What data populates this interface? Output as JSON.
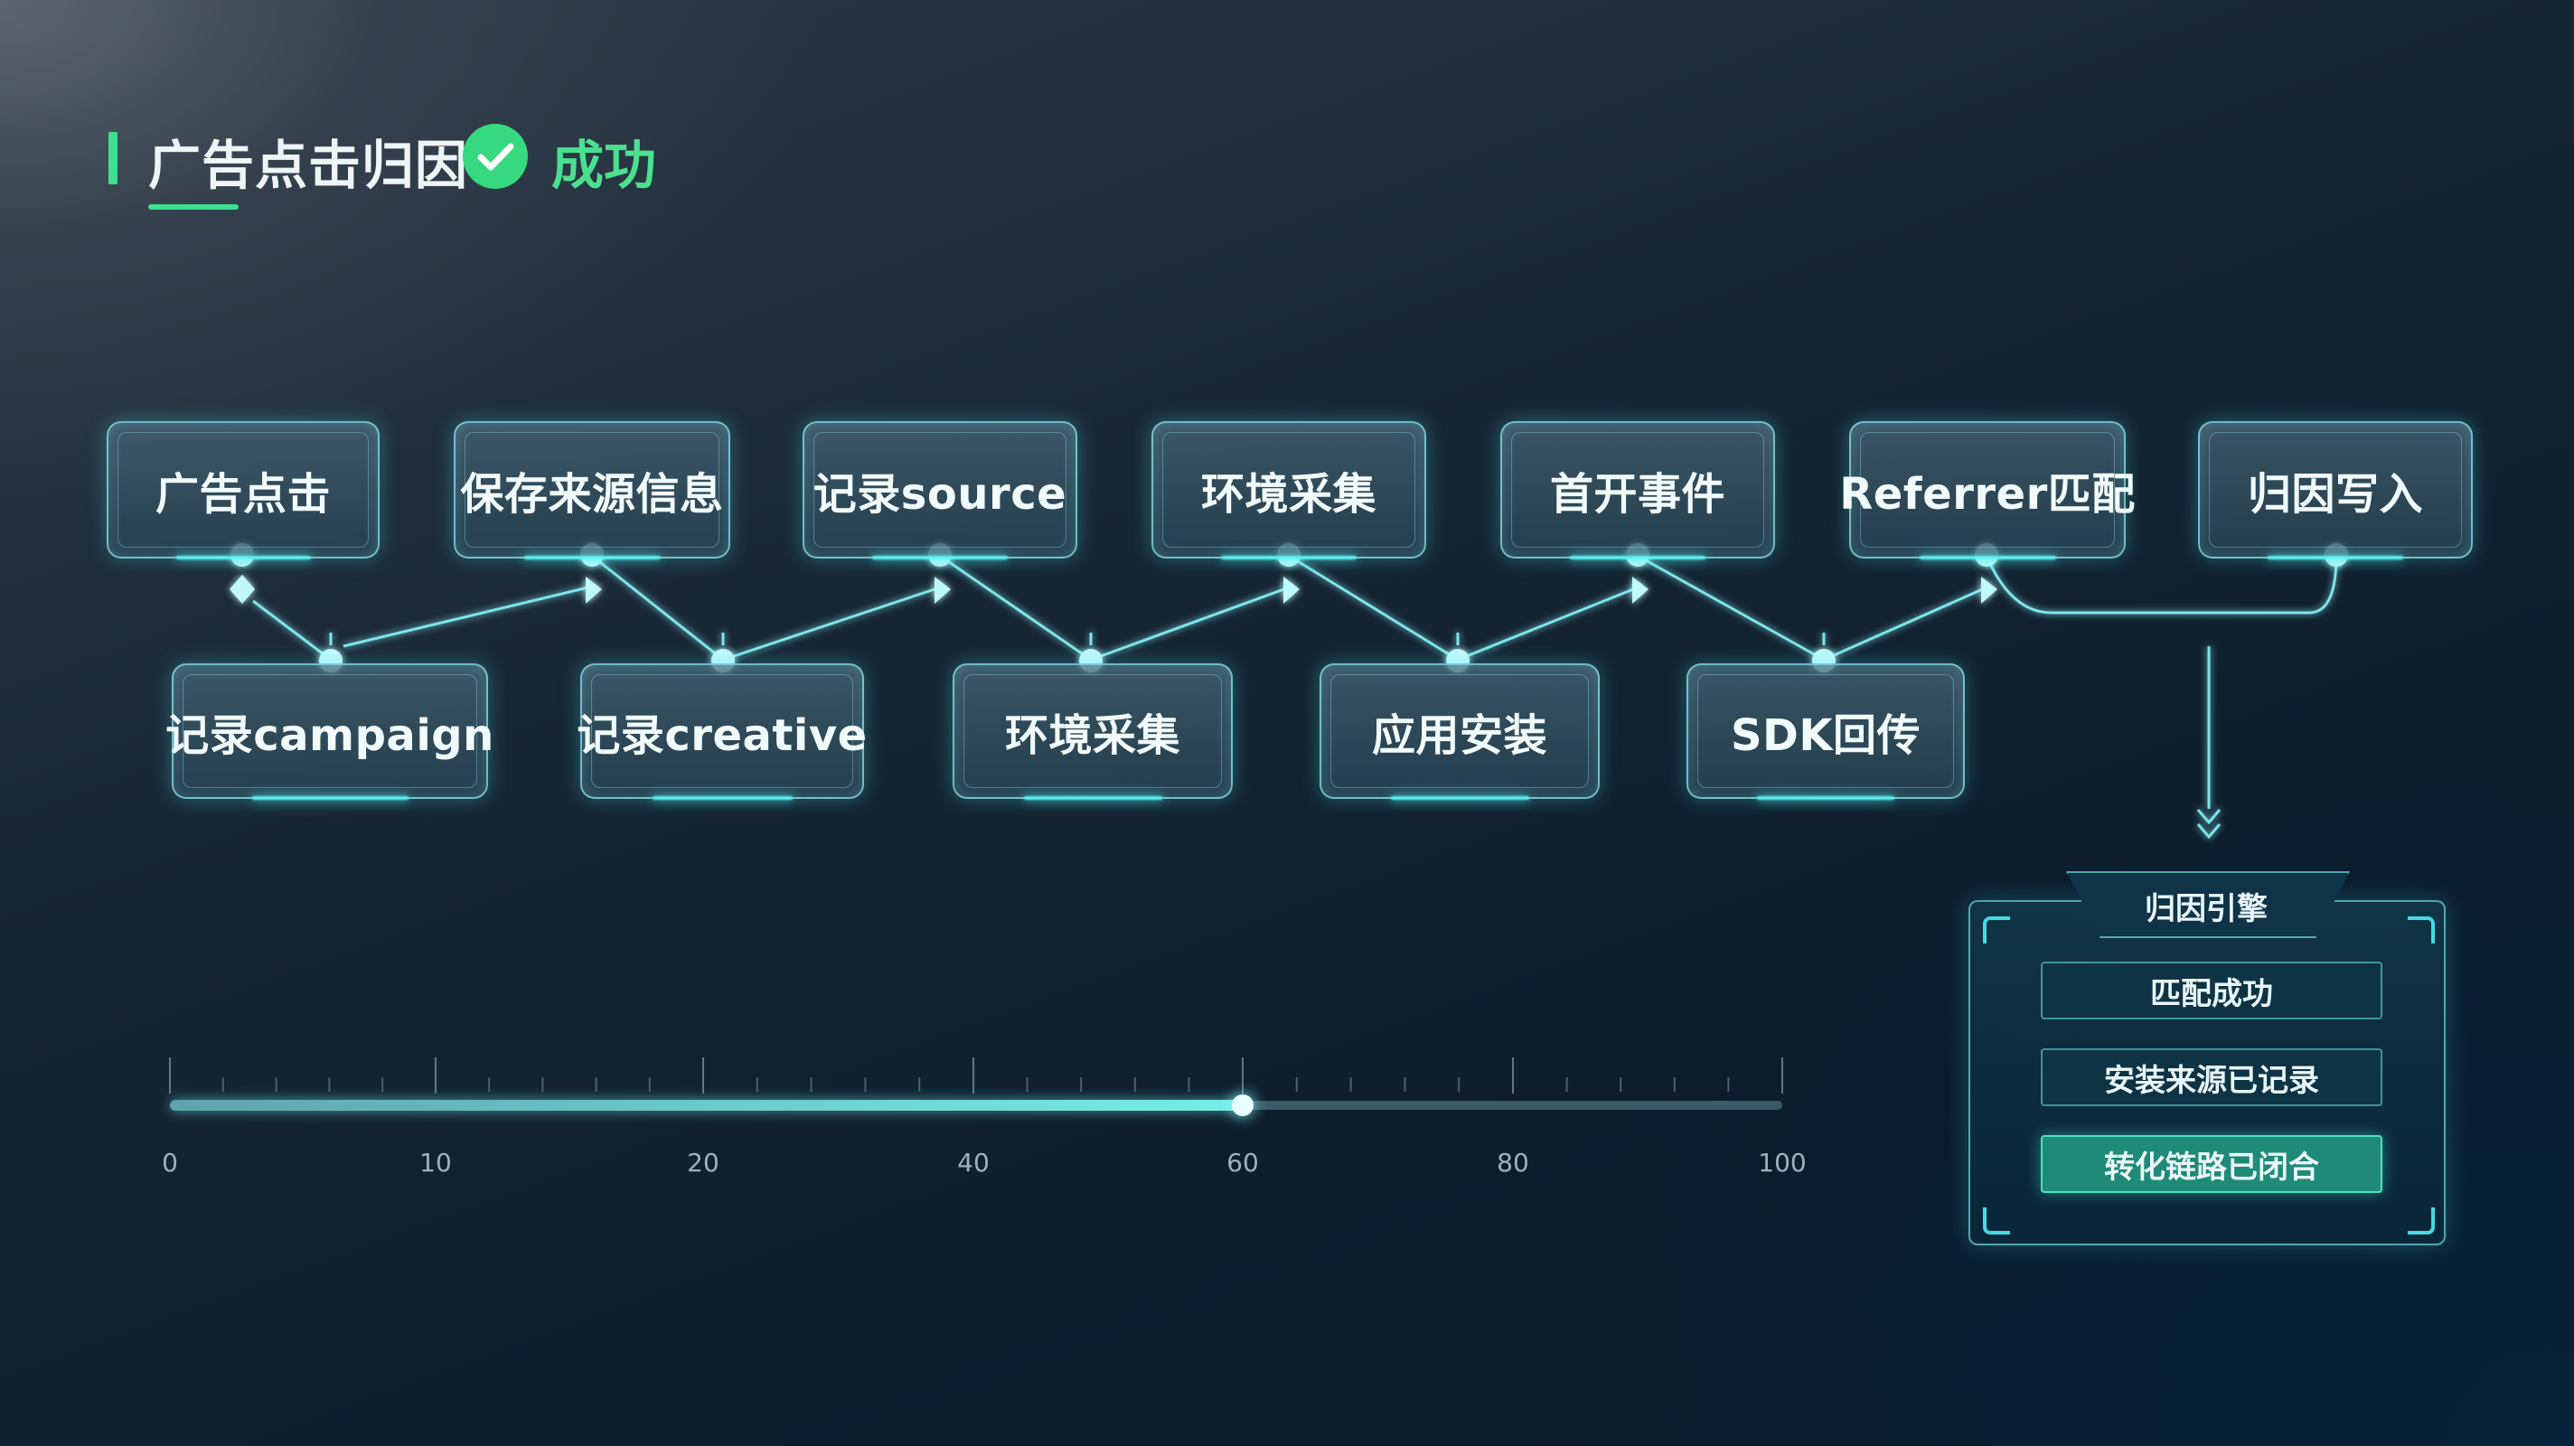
{
  "title": {
    "text": "广告点击归因",
    "status": "成功",
    "accent_color": "#3de08e",
    "status_icon": "check-circle-icon"
  },
  "top_row": [
    {
      "label": "广告点击"
    },
    {
      "label": "保存来源信息"
    },
    {
      "label": "记录source"
    },
    {
      "label": "环境采集"
    },
    {
      "label": "首开事件"
    },
    {
      "label": "Referrer匹配"
    },
    {
      "label": "归因写入"
    }
  ],
  "bottom_row": [
    {
      "label": "记录campaign"
    },
    {
      "label": "记录creative"
    },
    {
      "label": "环境采集"
    },
    {
      "label": "应用安装"
    },
    {
      "label": "SDK回传"
    }
  ],
  "engine": {
    "title": "归因引擎",
    "items": [
      {
        "label": "匹配成功",
        "active": false
      },
      {
        "label": "安装来源已记录",
        "active": false
      },
      {
        "label": "转化链路已闭合",
        "active": true
      }
    ]
  },
  "progress": {
    "value": 60,
    "tick_labels": [
      "0",
      "10",
      "20",
      "40",
      "60",
      "80",
      "100"
    ]
  },
  "colors": {
    "node_glow": "#48e6ee",
    "engine_active": "#1f8a78"
  }
}
